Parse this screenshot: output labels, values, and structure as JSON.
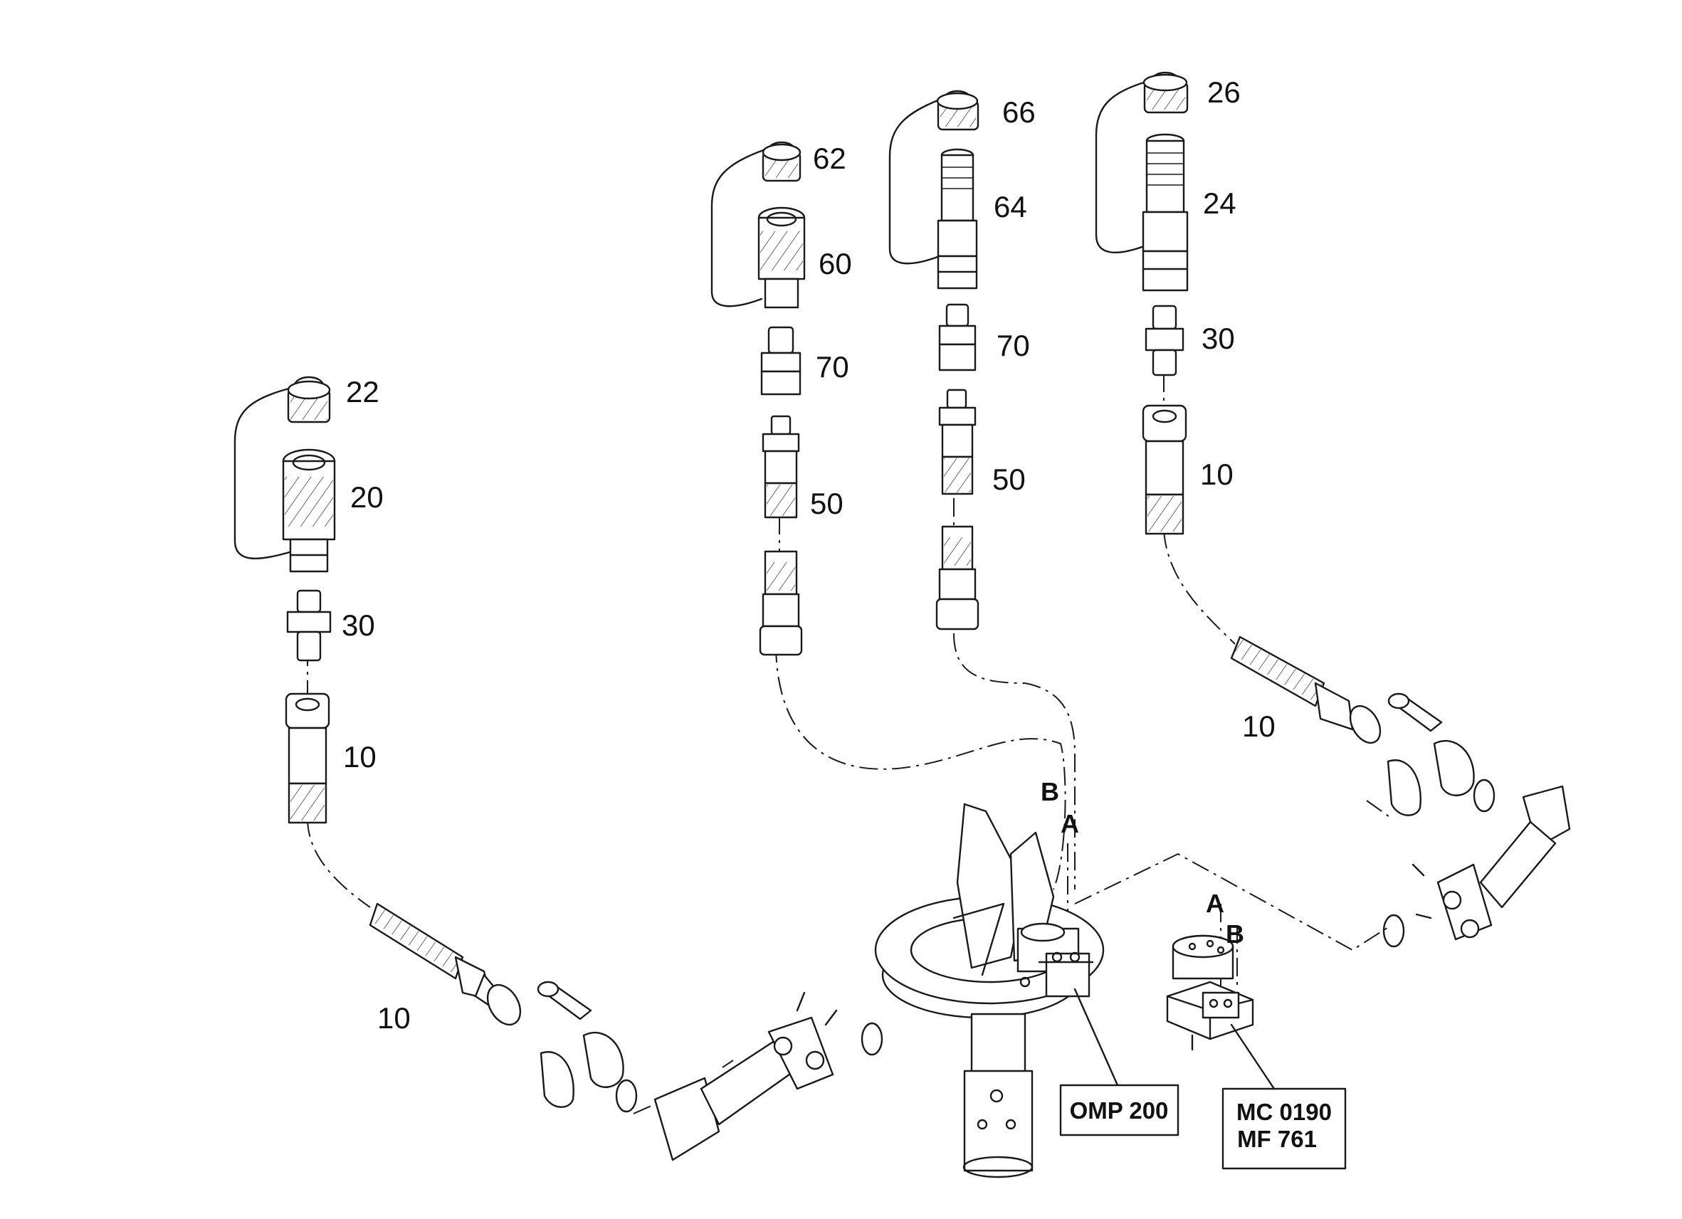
{
  "part_labels": {
    "c22": "22",
    "c20": "20",
    "c30a": "30",
    "c10a": "10",
    "c10b": "10",
    "c62": "62",
    "c60": "60",
    "c70a": "70",
    "c50a": "50",
    "c66": "66",
    "c64": "64",
    "c70b": "70",
    "c50b": "50",
    "c26": "26",
    "c24": "24",
    "c30b": "30",
    "c10c": "10",
    "c10d": "10"
  },
  "ports": {
    "b1": "B",
    "a1": "A",
    "a2": "A",
    "b2": "B"
  },
  "motor_boxes": {
    "omp": "OMP 200",
    "mc_line1": "MC 0190",
    "mc_line2": "MF 761"
  },
  "colors": {
    "line": "#1a1a1a",
    "background": "#ffffff"
  }
}
